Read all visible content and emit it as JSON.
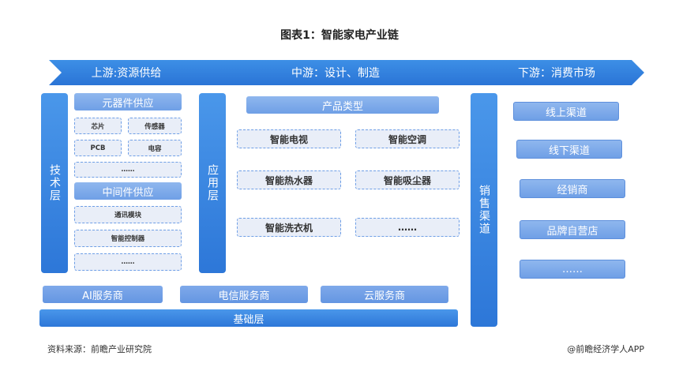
{
  "title": "图表1：智能家电产业链",
  "stages": {
    "upstream": "上游:资源供给",
    "midstream": "中游：设计、制造",
    "downstream": "下游：消费市场"
  },
  "tech_layer": "技术层",
  "component_supply": {
    "head": "元器件供应",
    "items": [
      "芯片",
      "传感器",
      "PCB",
      "电容",
      "……"
    ]
  },
  "intermediate_supply": {
    "head": "中间件供应",
    "items": [
      "通讯模块",
      "智能控制器",
      "……"
    ]
  },
  "application_layer": "应用层",
  "products": {
    "head": "产品类型",
    "items": [
      "智能电视",
      "智能空调",
      "智能热水器",
      "智能吸尘器",
      "智能洗衣机",
      "……"
    ]
  },
  "sales_channels": {
    "label": "销售渠道",
    "items": [
      "线上渠道",
      "线下渠道",
      "经销商",
      "品牌自营店",
      "……"
    ]
  },
  "services": [
    "AI服务商",
    "电信服务商",
    "云服务商"
  ],
  "base_layer": "基础层",
  "source": "资料来源：前瞻产业研究院",
  "brand": "@前瞻经济学人APP",
  "colors": {
    "primary_blue": "#2d77d8",
    "light_blue": "#7fa9ea",
    "dashed_fill": "#e9eef8"
  }
}
